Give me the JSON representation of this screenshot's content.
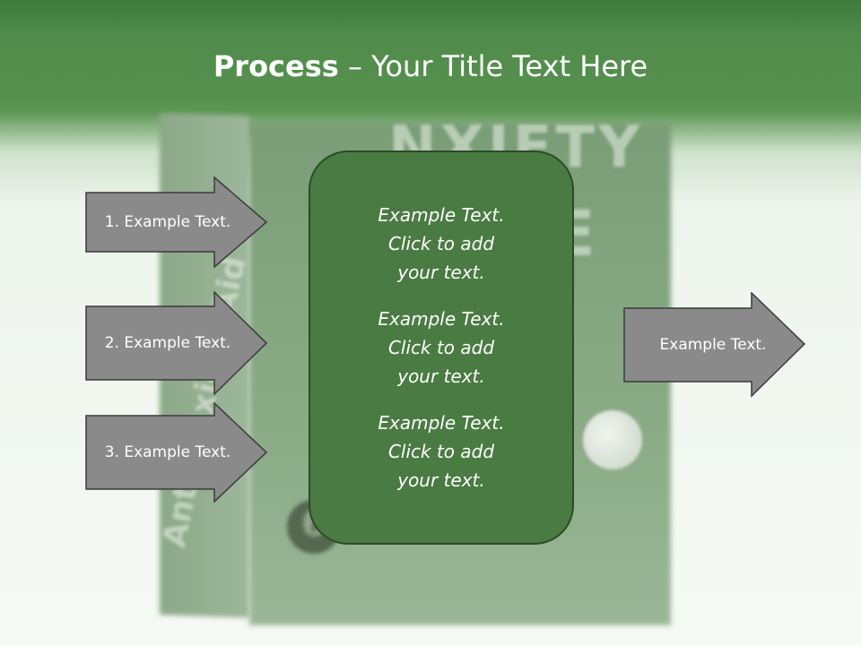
{
  "slide": {
    "title_bold": "Process",
    "title_rest": " – Your Title Text Here"
  },
  "inputs": [
    {
      "label": "1. Example Text."
    },
    {
      "label": "2. Example Text."
    },
    {
      "label": "3. Example Text."
    }
  ],
  "center": {
    "blocks": [
      {
        "line1": "Example Text.",
        "line2": "Click  to add",
        "line3": "your text."
      },
      {
        "line1": "Example Text.",
        "line2": "Click  to add",
        "line3": "your text."
      },
      {
        "line1": "Example Text.",
        "line2": "Click  to add",
        "line3": "your text."
      }
    ]
  },
  "output": {
    "label": "Example Text."
  },
  "background_text": {
    "top_word": "NXIETY",
    "front_word": "TE",
    "side_word": "Anti-Anxiety Aid",
    "circle_digit": "6"
  },
  "colors": {
    "header_green": "#4f8b4b",
    "center_box": "#4a7b42",
    "center_border": "#2c4a28",
    "arrow_fill": "#8a8a8a",
    "arrow_stroke": "#3a3a3a"
  }
}
